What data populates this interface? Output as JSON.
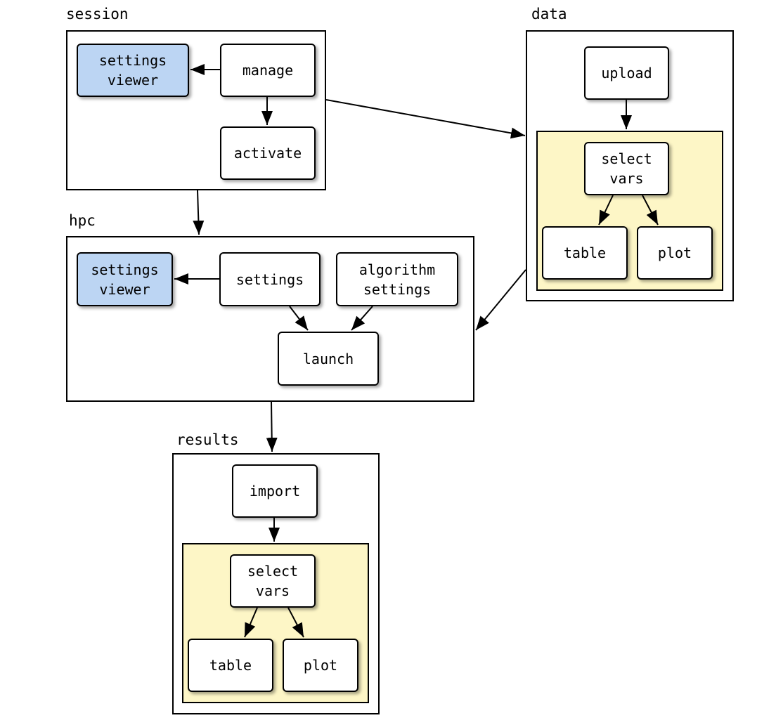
{
  "colors": {
    "highlight_fill": "#bcd5f3",
    "panel_fill": "#fdf6c6",
    "stroke": "#000000"
  },
  "groups": {
    "session": {
      "label": "session",
      "settings_viewer": "settings\nviewer",
      "manage": "manage",
      "activate": "activate"
    },
    "data": {
      "label": "data",
      "upload": "upload",
      "select_vars": "select\nvars",
      "table": "table",
      "plot": "plot"
    },
    "hpc": {
      "label": "hpc",
      "settings_viewer": "settings\nviewer",
      "settings": "settings",
      "algorithm_settings": "algorithm\nsettings",
      "launch": "launch"
    },
    "results": {
      "label": "results",
      "import": "import",
      "select_vars": "select\nvars",
      "table": "table",
      "plot": "plot"
    }
  },
  "edges": [
    {
      "from": "manage",
      "to": "settings viewer (session)"
    },
    {
      "from": "manage",
      "to": "activate"
    },
    {
      "from": "session",
      "to": "data"
    },
    {
      "from": "session",
      "to": "hpc"
    },
    {
      "from": "upload",
      "to": "select vars (data)"
    },
    {
      "from": "select vars (data)",
      "to": "table (data)"
    },
    {
      "from": "select vars (data)",
      "to": "plot (data)"
    },
    {
      "from": "data",
      "to": "hpc"
    },
    {
      "from": "settings",
      "to": "settings viewer (hpc)"
    },
    {
      "from": "settings",
      "to": "launch"
    },
    {
      "from": "algorithm settings",
      "to": "launch"
    },
    {
      "from": "hpc",
      "to": "results"
    },
    {
      "from": "import",
      "to": "select vars (results)"
    },
    {
      "from": "select vars (results)",
      "to": "table (results)"
    },
    {
      "from": "select vars (results)",
      "to": "plot (results)"
    }
  ]
}
